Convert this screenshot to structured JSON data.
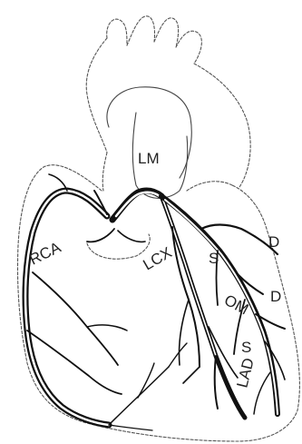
{
  "labels": {
    "lm": "LM",
    "rca": "RCA",
    "lcx": "LCX",
    "s_upper": "S",
    "d_upper": "D",
    "om": "OM",
    "d_lower": "D",
    "s_lower": "S",
    "lad": "LAD"
  }
}
